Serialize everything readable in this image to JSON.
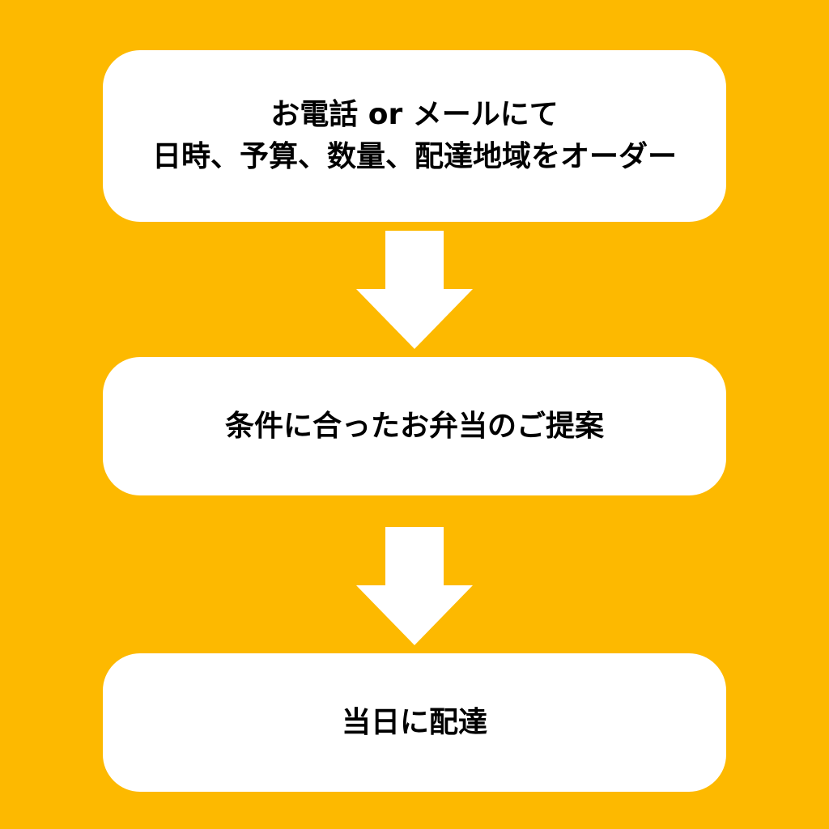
{
  "colors": {
    "background": "#FDB900",
    "box": "#FFFFFF",
    "arrow": "#FFFFFF",
    "text": "#000000"
  },
  "steps": [
    {
      "lines": [
        "お電話 or メールにて",
        "日時、予算、数量、配達地域をオーダー"
      ]
    },
    {
      "lines": [
        "条件に合ったお弁当のご提案"
      ]
    },
    {
      "lines": [
        "当日に配達"
      ]
    }
  ]
}
